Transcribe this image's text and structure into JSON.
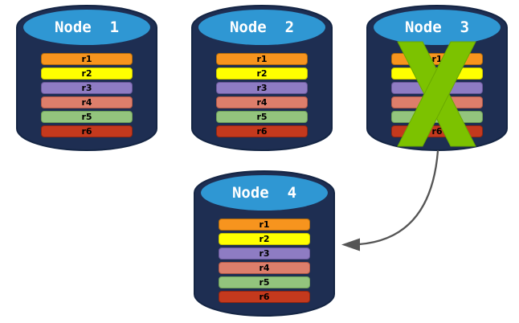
{
  "diagram": {
    "background": "#FFFFFF",
    "colors": {
      "cylinder_body": "#1E2E52",
      "cylinder_outline": "#142544",
      "cylinder_top": "#2F97D3",
      "node_label_text": "#FFFFFF",
      "record_text": "#000000",
      "failure_x": "#7CC200",
      "failure_x_outline": "#69A800",
      "arrow": "#555555"
    },
    "arrow": {
      "from": "node-3",
      "to": "node-4"
    },
    "nodes": [
      {
        "id": "node-1",
        "label": "Node  1",
        "failed": false,
        "records": [
          {
            "label": "r1",
            "fill": "#F7941E",
            "border": "#B06A0A"
          },
          {
            "label": "r2",
            "fill": "#FFFF00",
            "border": "#C9C400"
          },
          {
            "label": "r3",
            "fill": "#8E7CC3",
            "border": "#6A5799"
          },
          {
            "label": "r4",
            "fill": "#DD7E6B",
            "border": "#B05846"
          },
          {
            "label": "r5",
            "fill": "#93C47D",
            "border": "#6D9E57"
          },
          {
            "label": "r6",
            "fill": "#C4391D",
            "border": "#8F2512"
          }
        ]
      },
      {
        "id": "node-2",
        "label": "Node  2",
        "failed": false,
        "records": [
          {
            "label": "r1",
            "fill": "#F7941E",
            "border": "#B06A0A"
          },
          {
            "label": "r2",
            "fill": "#FFFF00",
            "border": "#C9C400"
          },
          {
            "label": "r3",
            "fill": "#8E7CC3",
            "border": "#6A5799"
          },
          {
            "label": "r4",
            "fill": "#DD7E6B",
            "border": "#B05846"
          },
          {
            "label": "r5",
            "fill": "#93C47D",
            "border": "#6D9E57"
          },
          {
            "label": "r6",
            "fill": "#C4391D",
            "border": "#8F2512"
          }
        ]
      },
      {
        "id": "node-3",
        "label": "Node  3",
        "failed": true,
        "records": [
          {
            "label": "r1",
            "fill": "#F7941E",
            "border": "#B06A0A"
          },
          {
            "label": "r2",
            "fill": "#FFFF00",
            "border": "#C9C400"
          },
          {
            "label": "r3",
            "fill": "#8E7CC3",
            "border": "#6A5799"
          },
          {
            "label": "r4",
            "fill": "#DD7E6B",
            "border": "#B05846"
          },
          {
            "label": "r5",
            "fill": "#93C47D",
            "border": "#6D9E57"
          },
          {
            "label": "r6",
            "fill": "#C4391D",
            "border": "#8F2512"
          }
        ]
      },
      {
        "id": "node-4",
        "label": "Node  4",
        "failed": false,
        "records": [
          {
            "label": "r1",
            "fill": "#F7941E",
            "border": "#B06A0A"
          },
          {
            "label": "r2",
            "fill": "#FFFF00",
            "border": "#C9C400"
          },
          {
            "label": "r3",
            "fill": "#8E7CC3",
            "border": "#6A5799"
          },
          {
            "label": "r4",
            "fill": "#DD7E6B",
            "border": "#B05846"
          },
          {
            "label": "r5",
            "fill": "#93C47D",
            "border": "#6D9E57"
          },
          {
            "label": "r6",
            "fill": "#C4391D",
            "border": "#8F2512"
          }
        ]
      }
    ]
  }
}
